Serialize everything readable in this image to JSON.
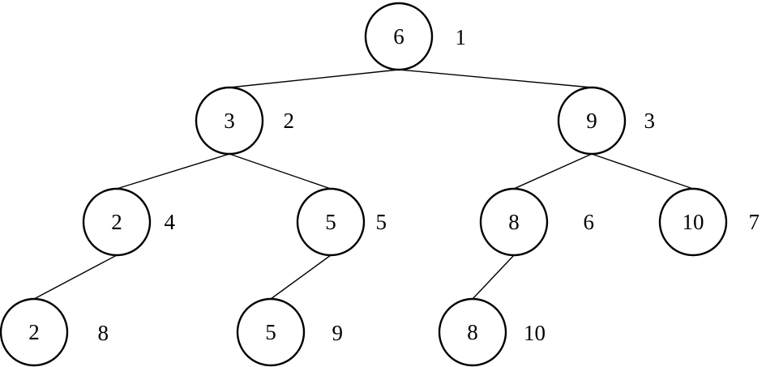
{
  "tree": {
    "nodes": [
      {
        "id": "n1",
        "value": "6",
        "index": "1"
      },
      {
        "id": "n2",
        "value": "3",
        "index": "2"
      },
      {
        "id": "n3",
        "value": "9",
        "index": "3"
      },
      {
        "id": "n4",
        "value": "2",
        "index": "4"
      },
      {
        "id": "n5",
        "value": "5",
        "index": "5"
      },
      {
        "id": "n6",
        "value": "8",
        "index": "6"
      },
      {
        "id": "n7",
        "value": "10",
        "index": "7"
      },
      {
        "id": "n8",
        "value": "2",
        "index": "8"
      },
      {
        "id": "n9",
        "value": "5",
        "index": "9"
      },
      {
        "id": "n10",
        "value": "8",
        "index": "10"
      }
    ],
    "edges": [
      {
        "from": "n1",
        "to": "n2"
      },
      {
        "from": "n1",
        "to": "n3"
      },
      {
        "from": "n2",
        "to": "n4"
      },
      {
        "from": "n2",
        "to": "n5"
      },
      {
        "from": "n3",
        "to": "n6"
      },
      {
        "from": "n3",
        "to": "n7"
      },
      {
        "from": "n4",
        "to": "n8"
      },
      {
        "from": "n5",
        "to": "n9"
      },
      {
        "from": "n6",
        "to": "n10"
      }
    ]
  }
}
